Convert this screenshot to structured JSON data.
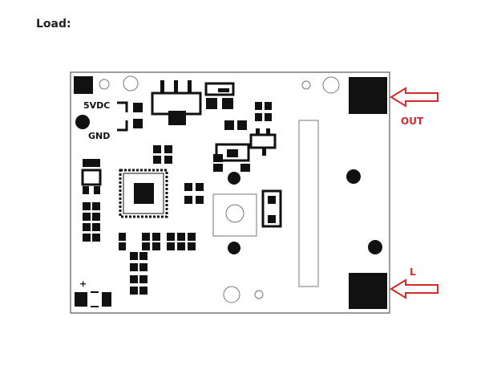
{
  "heading": "Load:",
  "board": {
    "label_5vdc": "5VDC",
    "label_gnd": "GND",
    "label_polarity": "+"
  },
  "annotations": {
    "out_label": "OUT",
    "l_label": "L"
  },
  "colors": {
    "board_border": "#555555",
    "component": "#111111",
    "arrow": "#d42a2a",
    "label_red": "#d42a2a"
  }
}
